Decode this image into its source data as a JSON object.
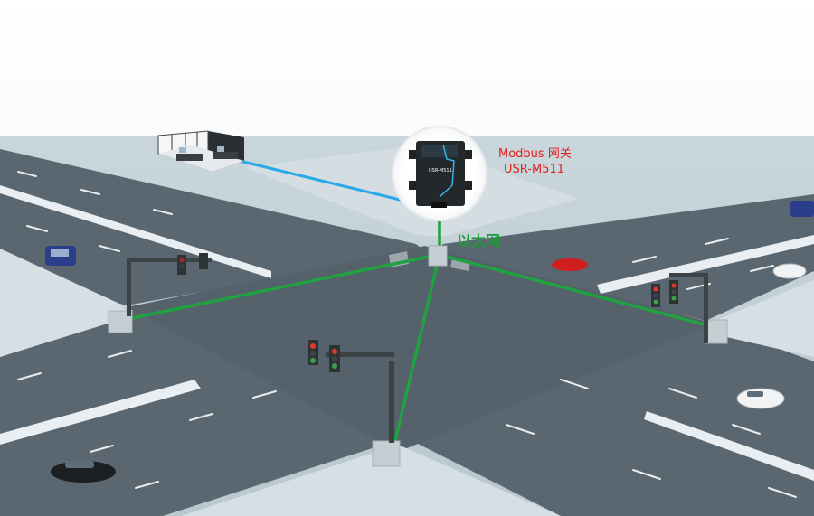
{
  "gateway": {
    "title": "Modbus 网关",
    "model": "USR-M511",
    "device_text": "USR-M511"
  },
  "network": {
    "label": "以太网"
  },
  "colors": {
    "ethernet_link": "#1fa23f",
    "control_link": "#2aa8e8",
    "label_red": "#e32020",
    "label_green": "#1e9a3a",
    "road": "#5b6770",
    "sidewalk": "#d6e0e4"
  },
  "icons": {
    "gateway": "gateway-device-icon",
    "control_room": "control-room-icon",
    "traffic_light": "traffic-light-icon",
    "junction_box": "junction-box-icon",
    "car": "car-icon"
  }
}
